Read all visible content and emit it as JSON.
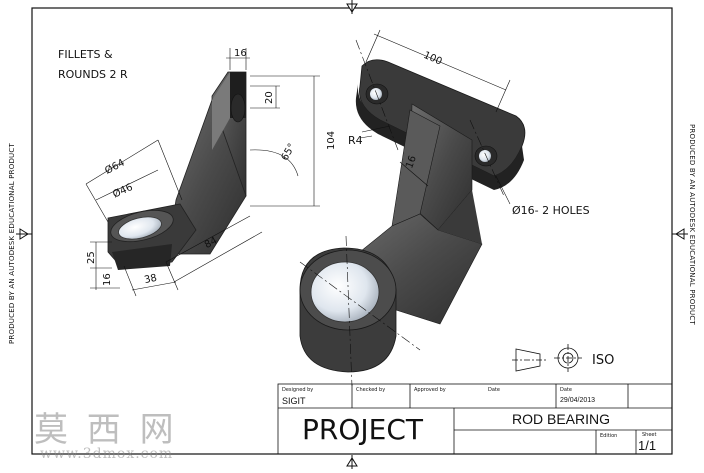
{
  "notes": {
    "fillets_line1": "FILLETS &",
    "fillets_line2": "ROUNDS 2 R",
    "radius": "R4",
    "holes": "Ø16- 2 HOLES",
    "projection_symbol_label": "ISO"
  },
  "dimensions": {
    "left_view": {
      "top_width": "16",
      "upper_height": "20",
      "total_height": "104",
      "angle": "65°",
      "outer_diameter": "Ø64",
      "inner_diameter": "Ø46",
      "base_height": "25",
      "base_thickness": "16",
      "base_length": "38",
      "arm_length": "84"
    },
    "iso_view": {
      "length": "100",
      "rib_thickness": "16"
    }
  },
  "side_text": {
    "left": "PRODUCED BY AN AUTODESK EDUCATIONAL PRODUCT",
    "right": "PRODUCED BY AN AUTODESK EDUCATIONAL PRODUCT"
  },
  "title_block": {
    "designed_by_label": "Designed by",
    "designed_by_value": "SIGIT",
    "checked_by_label": "Checked by",
    "approved_by_label": "Approved by",
    "date_label_1": "Date",
    "date_label_2": "Date",
    "date_value": "29/04/2013",
    "project_name": "PROJECT",
    "part_name": "ROD BEARING",
    "edition_label": "Edition",
    "sheet_label": "Sheet",
    "sheet_value": "1/1"
  },
  "watermark": {
    "chinese": "莫 西 网",
    "url": "www.3dmox.com"
  }
}
